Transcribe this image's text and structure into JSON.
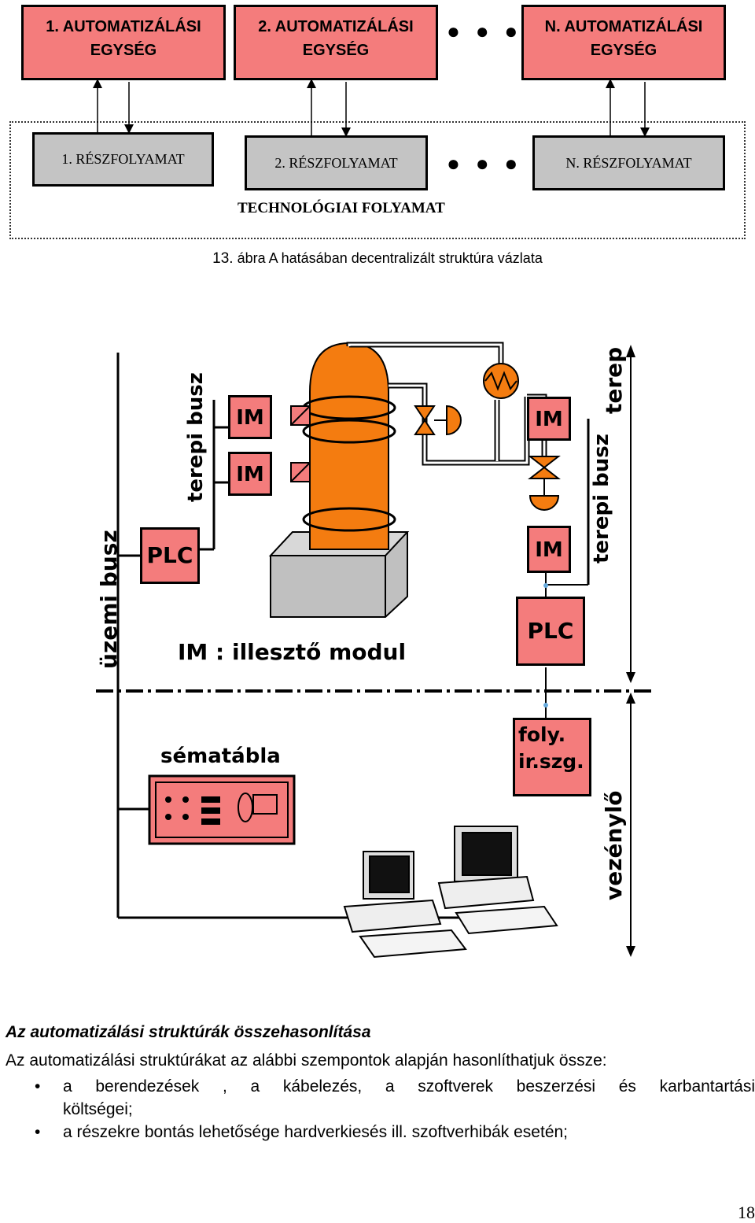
{
  "figure1": {
    "units": [
      {
        "line1": "1. AUTOMATIZÁLÁSI",
        "line2": "EGYSÉG"
      },
      {
        "line1": "2. AUTOMATIZÁLÁSI",
        "line2": "EGYSÉG"
      },
      {
        "line1": "N. AUTOMATIZÁLÁSI",
        "line2": "EGYSÉG"
      }
    ],
    "processes": [
      "1. RÉSZFOLYAMAT",
      "2. RÉSZFOLYAMAT",
      "N. RÉSZFOLYAMAT"
    ],
    "ellipsis": "● ● ●",
    "technology_label": "TECHNOLÓGIAI FOLYAMAT",
    "caption_number": "13.",
    "caption_text": "ábra A hatásában decentralizált struktúra vázlata"
  },
  "figure2": {
    "plc_label": "PLC",
    "im_label": "IM",
    "field_bus": "terepi busz",
    "plant_bus": "üzemi busz",
    "field": "terep",
    "control_room": "vezénylő",
    "legend": "IM : illesztő modul",
    "mimic_board": "sématábla",
    "process_computer_line1": "foly.",
    "process_computer_line2": "ir.szg."
  },
  "section": {
    "heading": "Az automatizálási struktúrák összehasonlítása",
    "intro": "Az automatizálási struktúrákat az alábbi szempontok alapján hasonlíthatjuk össze:",
    "bullets": [
      {
        "line1": "a berendezések , a kábelezés, a szoftverek beszerzési és karbantartási",
        "line2": "költségei;"
      },
      {
        "line1": "a részekre bontás lehetősége hardverkiesés ill. szoftverhibák esetén;",
        "line2": ""
      }
    ],
    "bullet_symbol": "•"
  },
  "page_number": "18",
  "colors": {
    "unit_fill": "#f47c7c",
    "process_fill": "#c4c4c4",
    "vessel": "#f47c10",
    "base": "#c0c0c0"
  }
}
